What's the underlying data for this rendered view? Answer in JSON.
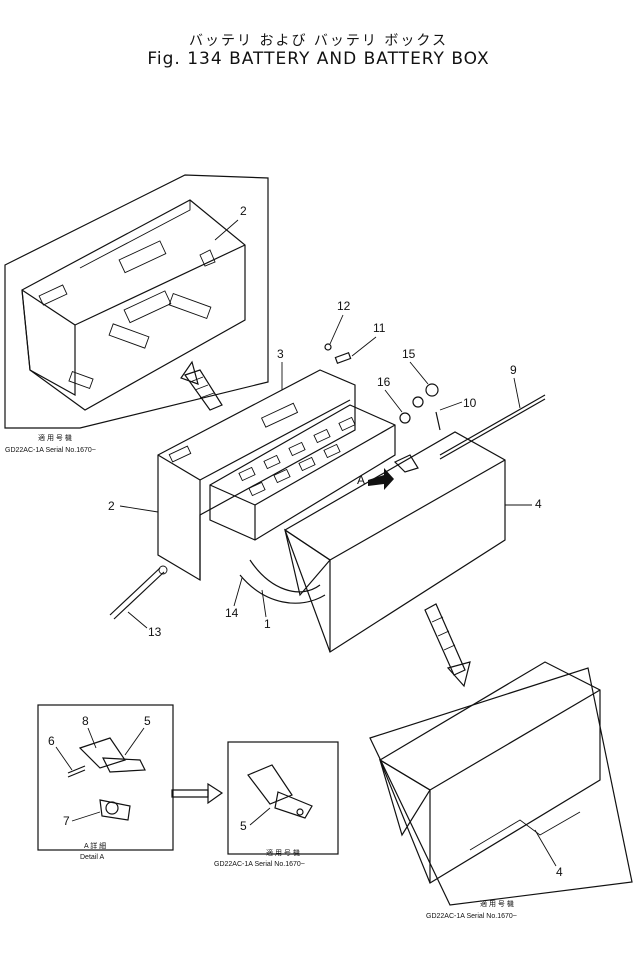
{
  "title": {
    "japanese": "バッテリ および バッテリ ボックス",
    "english": "Fig. 134  BATTERY AND BATTERY BOX"
  },
  "callouts": {
    "c1": "1",
    "c2a": "2",
    "c2b": "2",
    "c3": "3",
    "c4a": "4",
    "c4b": "4",
    "c5a": "5",
    "c5b": "5",
    "c6": "6",
    "c7": "7",
    "c8": "8",
    "c9": "9",
    "c10": "10",
    "c11": "11",
    "c12": "12",
    "c13": "13",
    "c14": "14",
    "c15": "15",
    "c16": "16",
    "a_arrow": "A"
  },
  "notes": {
    "box2_jp": "適 用 号 機",
    "box2_serial": "GD22AC-1A Serial No.1670~",
    "detailA_jp": "A 詳 細",
    "detailA_label": "Detail A",
    "latch_jp": "適 用 号 機",
    "latch_serial": "GD22AC-1A Serial No.1670~",
    "cover_jp": "適 用 号 機",
    "cover_serial": "GD22AC-1A Serial No.1670~"
  }
}
